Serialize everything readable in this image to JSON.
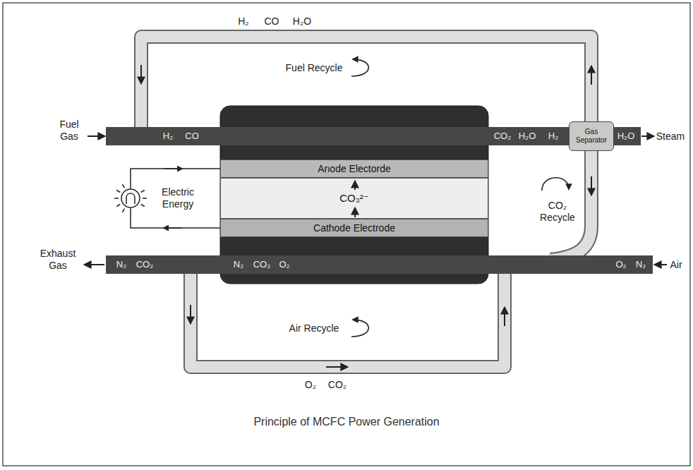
{
  "diagram": {
    "caption": "Principle of MCFC Power Generation",
    "nodes": [
      {
        "text": [
          "Gas Separator"
        ]
      },
      {
        "text": [
          "Anode Electorde"
        ]
      },
      {
        "text": [
          "CO₃²⁻"
        ]
      },
      {
        "text": [
          "Cathode Electrode"
        ]
      }
    ],
    "labels": [
      "H₂",
      "CO",
      "H₂O",
      "Fuel Recycle",
      "Fuel Gas",
      "H₂",
      "CO",
      "CO₂",
      "H₂O",
      "H₂",
      "H₂O",
      "Steam",
      "Electric Energy",
      "CO₂ Recycle",
      "Exhaust Gas",
      "N₂",
      "CO₂",
      "N₂",
      "CO₂",
      "O₂",
      "O₂",
      "N₂",
      "Air",
      "Air Recycle",
      "O₂",
      "CO₂"
    ]
  }
}
